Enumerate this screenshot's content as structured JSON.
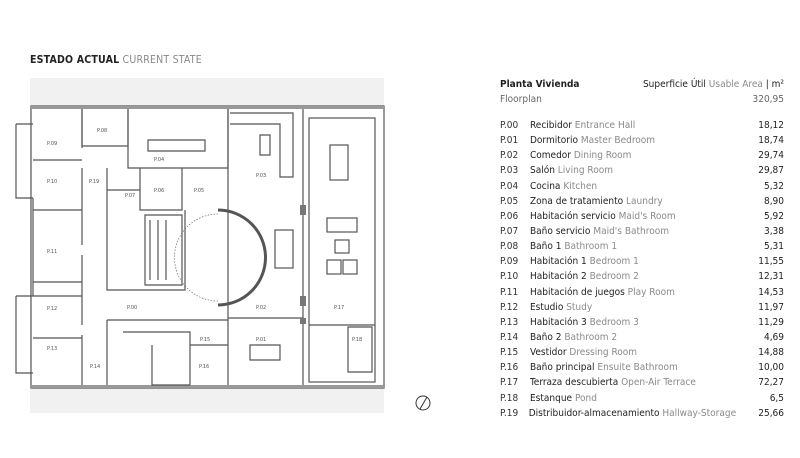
{
  "title": {
    "es": "ESTADO ACTUAL",
    "en": "CURRENT STATE"
  },
  "legend": {
    "plan_es": "Planta Vivienda",
    "plan_en": "Floorplan",
    "area_es": "Superficie Útil",
    "area_en": "Usable Area",
    "area_unit": "| m²",
    "total": "320,95",
    "rooms": [
      {
        "code": "P.00",
        "es": "Recibidor",
        "en": "Entrance Hall",
        "area": "18,12"
      },
      {
        "code": "P.01",
        "es": "Dormitorio",
        "en": "Master Bedroom",
        "area": "18,74"
      },
      {
        "code": "P.02",
        "es": "Comedor",
        "en": "Dining Room",
        "area": "29,74"
      },
      {
        "code": "P.03",
        "es": "Salón",
        "en": "Living Room",
        "area": "29,87"
      },
      {
        "code": "P.04",
        "es": "Cocina",
        "en": "Kitchen",
        "area": "5,32"
      },
      {
        "code": "P.05",
        "es": "Zona de tratamiento",
        "en": "Laundry",
        "area": "8,90"
      },
      {
        "code": "P.06",
        "es": "Habitación servicio",
        "en": "Maid's Room",
        "area": "5,92"
      },
      {
        "code": "P.07",
        "es": "Baño servicio",
        "en": "Maid's Bathroom",
        "area": "3,38"
      },
      {
        "code": "P.08",
        "es": "Baño 1",
        "en": "Bathroom 1",
        "area": "5,31"
      },
      {
        "code": "P.09",
        "es": "Habitación 1",
        "en": "Bedroom 1",
        "area": "11,55"
      },
      {
        "code": "P.10",
        "es": "Habitación 2",
        "en": "Bedroom 2",
        "area": "12,31"
      },
      {
        "code": "P.11",
        "es": "Habitación de juegos",
        "en": "Play Room",
        "area": "14,53"
      },
      {
        "code": "P.12",
        "es": "Estudio",
        "en": "Study",
        "area": "11,97"
      },
      {
        "code": "P.13",
        "es": "Habitación 3",
        "en": "Bedroom 3",
        "area": "11,29"
      },
      {
        "code": "P.14",
        "es": "Baño 2",
        "en": "Bathroom 2",
        "area": "4,69"
      },
      {
        "code": "P.15",
        "es": "Vestidor",
        "en": "Dressing Room",
        "area": "14,88"
      },
      {
        "code": "P.16",
        "es": "Baño principal",
        "en": "Ensuite Bathroom",
        "area": "10,00"
      },
      {
        "code": "P.17",
        "es": "Terraza descubierta",
        "en": "Open-Air Terrace",
        "area": "72,27"
      },
      {
        "code": "P.18",
        "es": "Estanque",
        "en": "Pond",
        "area": "6,5"
      },
      {
        "code": "P.19",
        "es": "Distribuidor-almacenamiento",
        "en": "Hallway-Storage",
        "area": "25,66"
      }
    ]
  }
}
